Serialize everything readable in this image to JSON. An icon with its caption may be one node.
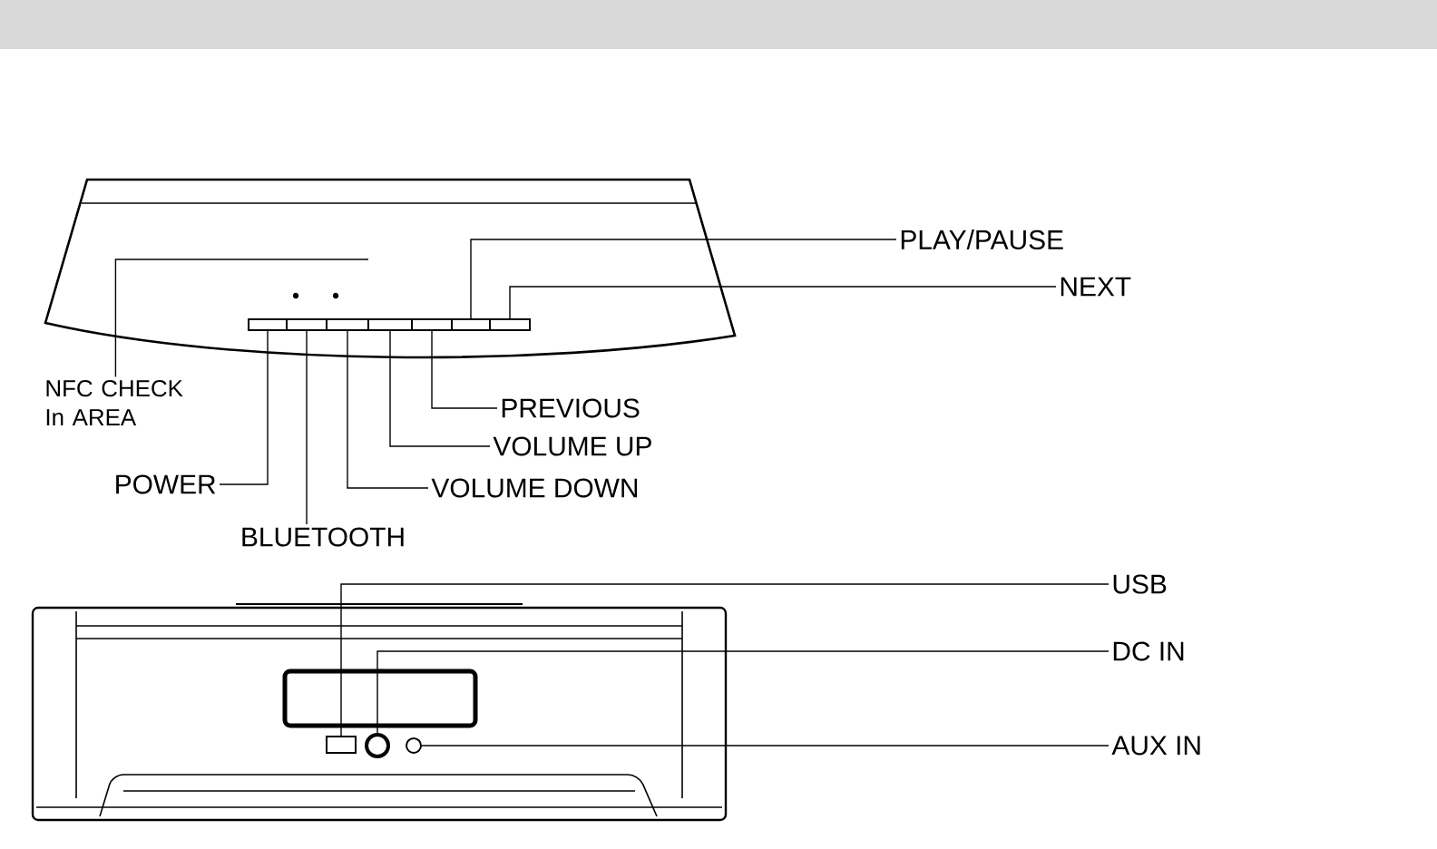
{
  "diagram": {
    "nodes": [
      {
        "text": [
          "NFC CHECK In AREA"
        ]
      },
      {
        "text": [
          "POWER"
        ]
      },
      {
        "text": [
          "BLUETOOTH"
        ]
      },
      {
        "text": [
          "VOLUME DOWN"
        ]
      },
      {
        "text": [
          "VOLUME UP"
        ]
      },
      {
        "text": [
          "PREVIOUS"
        ]
      },
      {
        "text": [
          "PLAY/PAUSE"
        ]
      },
      {
        "text": [
          "NEXT"
        ]
      },
      {
        "text": [
          "USB"
        ]
      },
      {
        "text": [
          "DC IN"
        ]
      },
      {
        "text": [
          "AUX IN"
        ]
      },
      {
        "text": [],
        "shape": "box"
      },
      {
        "text": [],
        "shape": "box"
      },
      {
        "text": [],
        "shape": "box"
      },
      {
        "text": [],
        "shape": "box"
      },
      {
        "text": [],
        "shape": "box"
      },
      {
        "text": [],
        "shape": "box"
      },
      {
        "text": [],
        "shape": "box"
      },
      {
        "text": [],
        "shape": "box"
      },
      {
        "text": [],
        "shape": "circle"
      },
      {
        "text": [],
        "shape": "circle"
      }
    ],
    "edges": [
      {
        "from": 0,
        "to": null,
        "arrow": "none"
      },
      {
        "from": 1,
        "to": 11,
        "arrow": "none"
      },
      {
        "from": 2,
        "to": 12,
        "arrow": "none"
      },
      {
        "from": 3,
        "to": 13,
        "arrow": "none"
      },
      {
        "from": 4,
        "to": 14,
        "arrow": "none"
      },
      {
        "from": 5,
        "to": 15,
        "arrow": "none"
      },
      {
        "from": 6,
        "to": 16,
        "arrow": "none"
      },
      {
        "from": 7,
        "to": 17,
        "arrow": "none"
      },
      {
        "from": 8,
        "to": 18,
        "arrow": "none"
      },
      {
        "from": 9,
        "to": 19,
        "arrow": "none"
      },
      {
        "from": 10,
        "to": 20,
        "arrow": "none"
      }
    ]
  }
}
